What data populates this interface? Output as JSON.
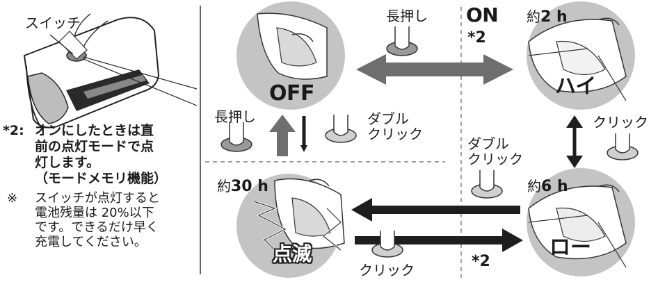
{
  "labels": {
    "switch": "スイッチ",
    "long_press": "長押し",
    "double_click": "ダブル\nクリック",
    "click": "クリック",
    "on": "ON",
    "footnote_marker": "*2",
    "off": "OFF",
    "approx": "約",
    "high_duration": "2 h",
    "low_duration": "6 h",
    "blink_duration": "30 h",
    "high": "ハイ",
    "low": "ロー",
    "blink": "点滅"
  },
  "notes": {
    "footnote_marker": "*2:",
    "footnote_text": "オンにしたときは直\n前の点灯モードで点\n灯します。\n（モードメモリ機能）",
    "caution_marker": "※",
    "caution_text": "スイッチが点灯すると\n電池残量は 20%以下\nです。できるだけ早く\n充電してください。"
  },
  "colors": {
    "circle": "#c4c4c4",
    "arrow_dark": "#1e1e1e",
    "arrow_gray": "#6e6e6e",
    "line": "#555555"
  }
}
